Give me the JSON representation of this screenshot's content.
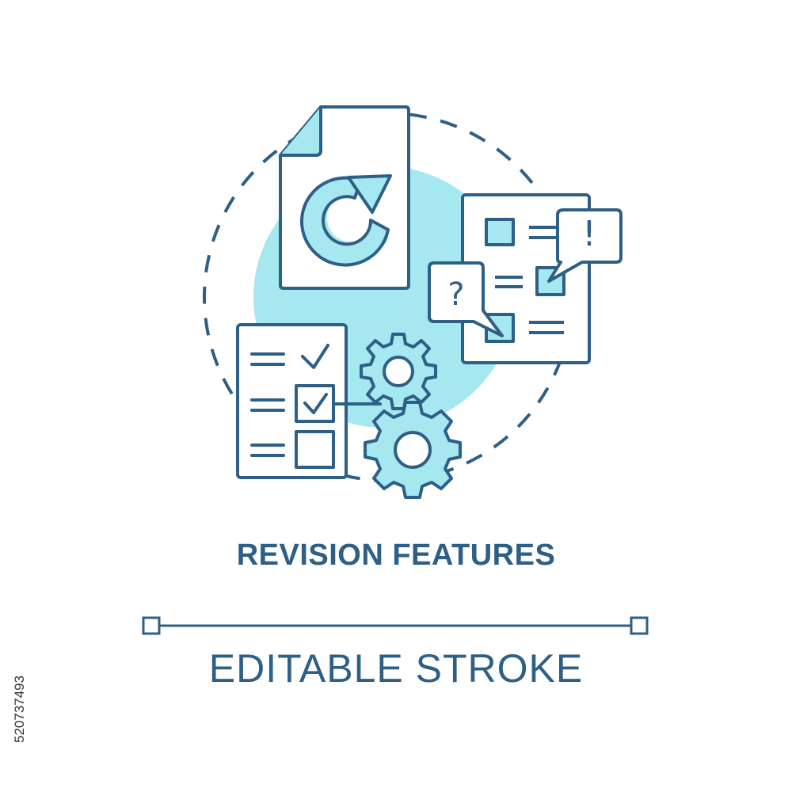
{
  "colors": {
    "stroke": "#2e5f86",
    "accent": "#a6e8f0",
    "fill_light": "#ffffff",
    "text": "#2e5f86",
    "id_text": "#333333"
  },
  "icon": {
    "name": "revision-features-icon",
    "question_glyph": "?",
    "exclamation_glyph": "!"
  },
  "title": "REVISION FEATURES",
  "subtitle": "EDITABLE STROKE",
  "stock_id": "520737493"
}
